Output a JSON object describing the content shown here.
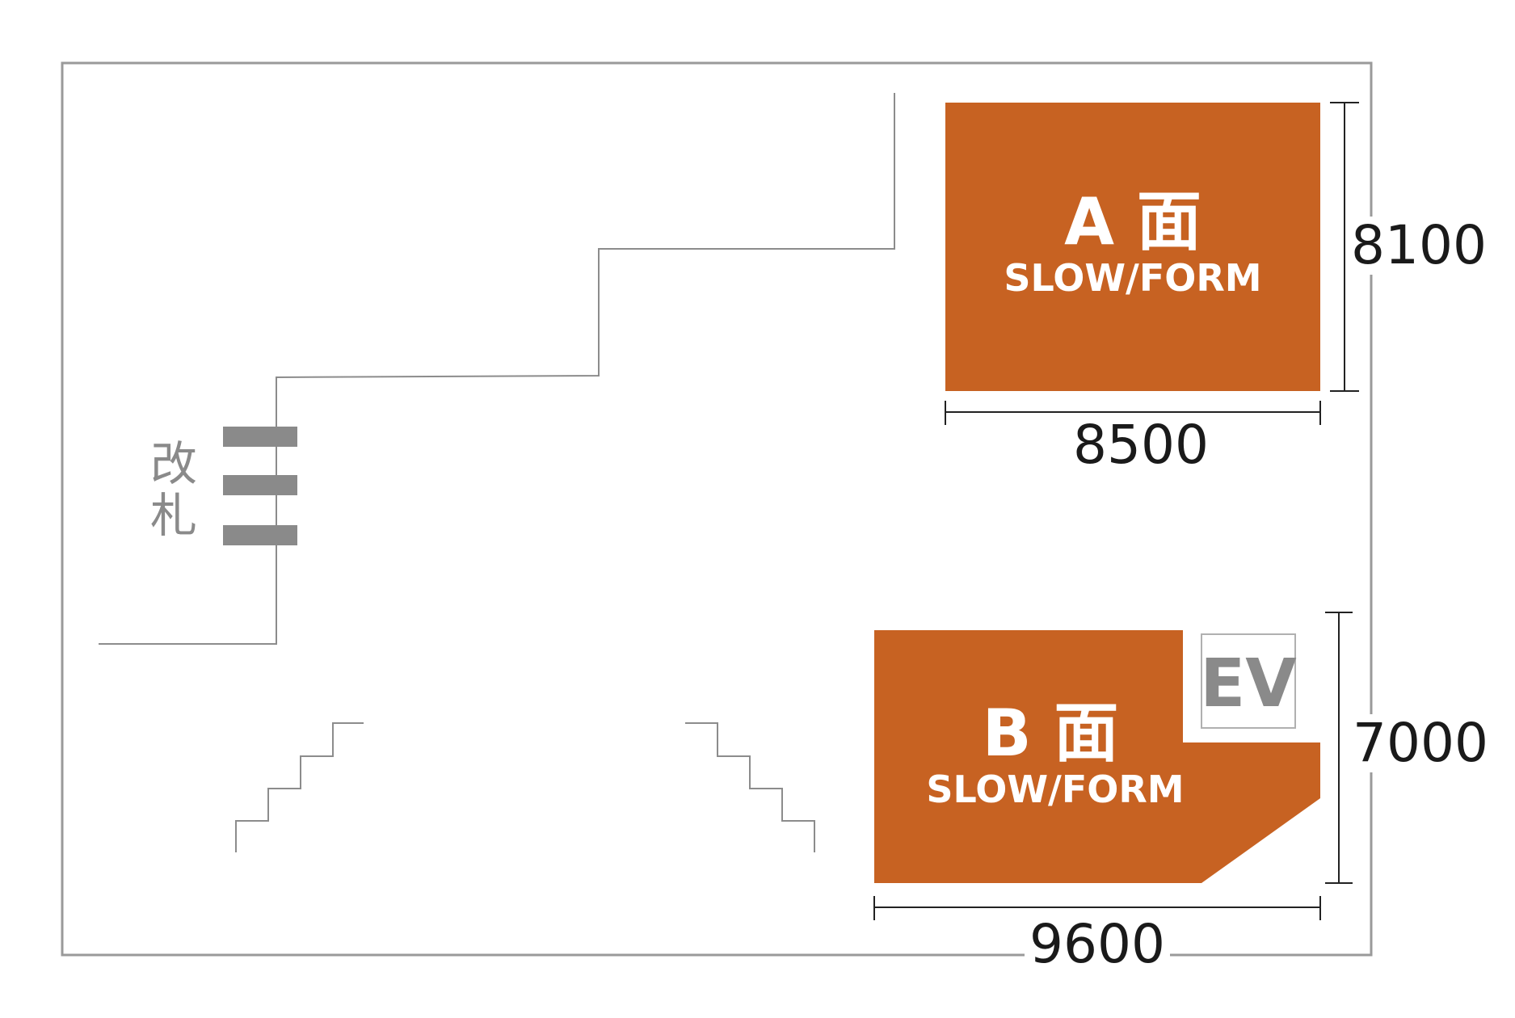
{
  "colors": {
    "zone_fill": "#c76222",
    "outline": "#9a9a9a",
    "wall": "#8c8c8c",
    "gate_bar": "#8a8a8a",
    "dim_line": "#222222",
    "ev_border": "#b0b0b0",
    "ev_text": "#8a8a8a"
  },
  "zone_a": {
    "title": "A 面",
    "subtitle": "SLOW/FORM"
  },
  "zone_b": {
    "title": "B 面",
    "subtitle": "SLOW/FORM"
  },
  "dimensions": {
    "a_width": "8500",
    "a_height": "8100",
    "b_width": "9600",
    "b_height": "7000"
  },
  "elevator": {
    "label": "EV"
  },
  "ticket_gate": {
    "label_line1": "改",
    "label_line2": "札"
  }
}
